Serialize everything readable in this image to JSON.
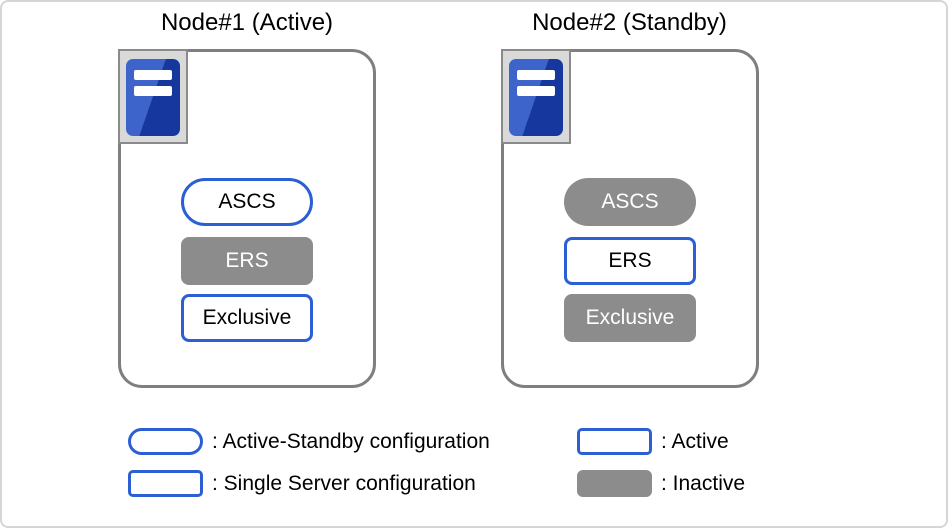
{
  "colors": {
    "accent_blue": "#2b5fd3",
    "inactive_gray": "#8c8c8c",
    "node_border_gray": "#7f7f7f",
    "tower_light": "#3d64cb",
    "tower_dark": "#16379e"
  },
  "nodes": [
    {
      "title": "Node#1 (Active)",
      "icon": "server-icon",
      "items": [
        {
          "label": "ASCS",
          "shape": "pill",
          "state": "active"
        },
        {
          "label": "ERS",
          "shape": "rect",
          "state": "inactive"
        },
        {
          "label": "Exclusive",
          "shape": "rect",
          "state": "active"
        }
      ]
    },
    {
      "title": "Node#2 (Standby)",
      "icon": "server-icon",
      "items": [
        {
          "label": "ASCS",
          "shape": "pill",
          "state": "inactive"
        },
        {
          "label": "ERS",
          "shape": "rect",
          "state": "active"
        },
        {
          "label": "Exclusive",
          "shape": "rect",
          "state": "inactive"
        }
      ]
    }
  ],
  "legend": {
    "left": [
      {
        "swatch": "pill-active",
        "label": ": Active-Standby configuration"
      },
      {
        "swatch": "rect-active",
        "label": ": Single Server configuration"
      }
    ],
    "right": [
      {
        "swatch": "rect-active",
        "label": ": Active"
      },
      {
        "swatch": "rect-inactive",
        "label": ": Inactive"
      }
    ]
  }
}
